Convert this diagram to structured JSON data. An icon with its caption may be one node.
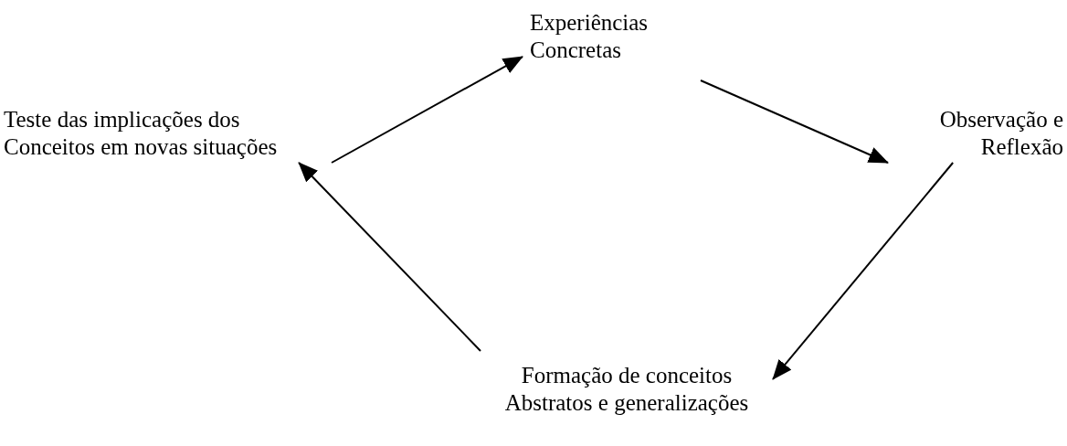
{
  "diagram": {
    "nodes": [
      {
        "text": [
          "Experiências Concretas"
        ]
      },
      {
        "text": [
          "Observação e Reflexão"
        ]
      },
      {
        "text": [
          "Formação de conceitos Abstratos e generalizações"
        ]
      },
      {
        "text": [
          "Teste das implicações dos Conceitos em novas situações"
        ]
      }
    ],
    "edges": [
      {
        "from": 0,
        "to": 1,
        "arrow": "to"
      },
      {
        "from": 1,
        "to": 2,
        "arrow": "to"
      },
      {
        "from": 2,
        "to": 3,
        "arrow": "to"
      },
      {
        "from": 3,
        "to": 0,
        "arrow": "to"
      }
    ]
  }
}
